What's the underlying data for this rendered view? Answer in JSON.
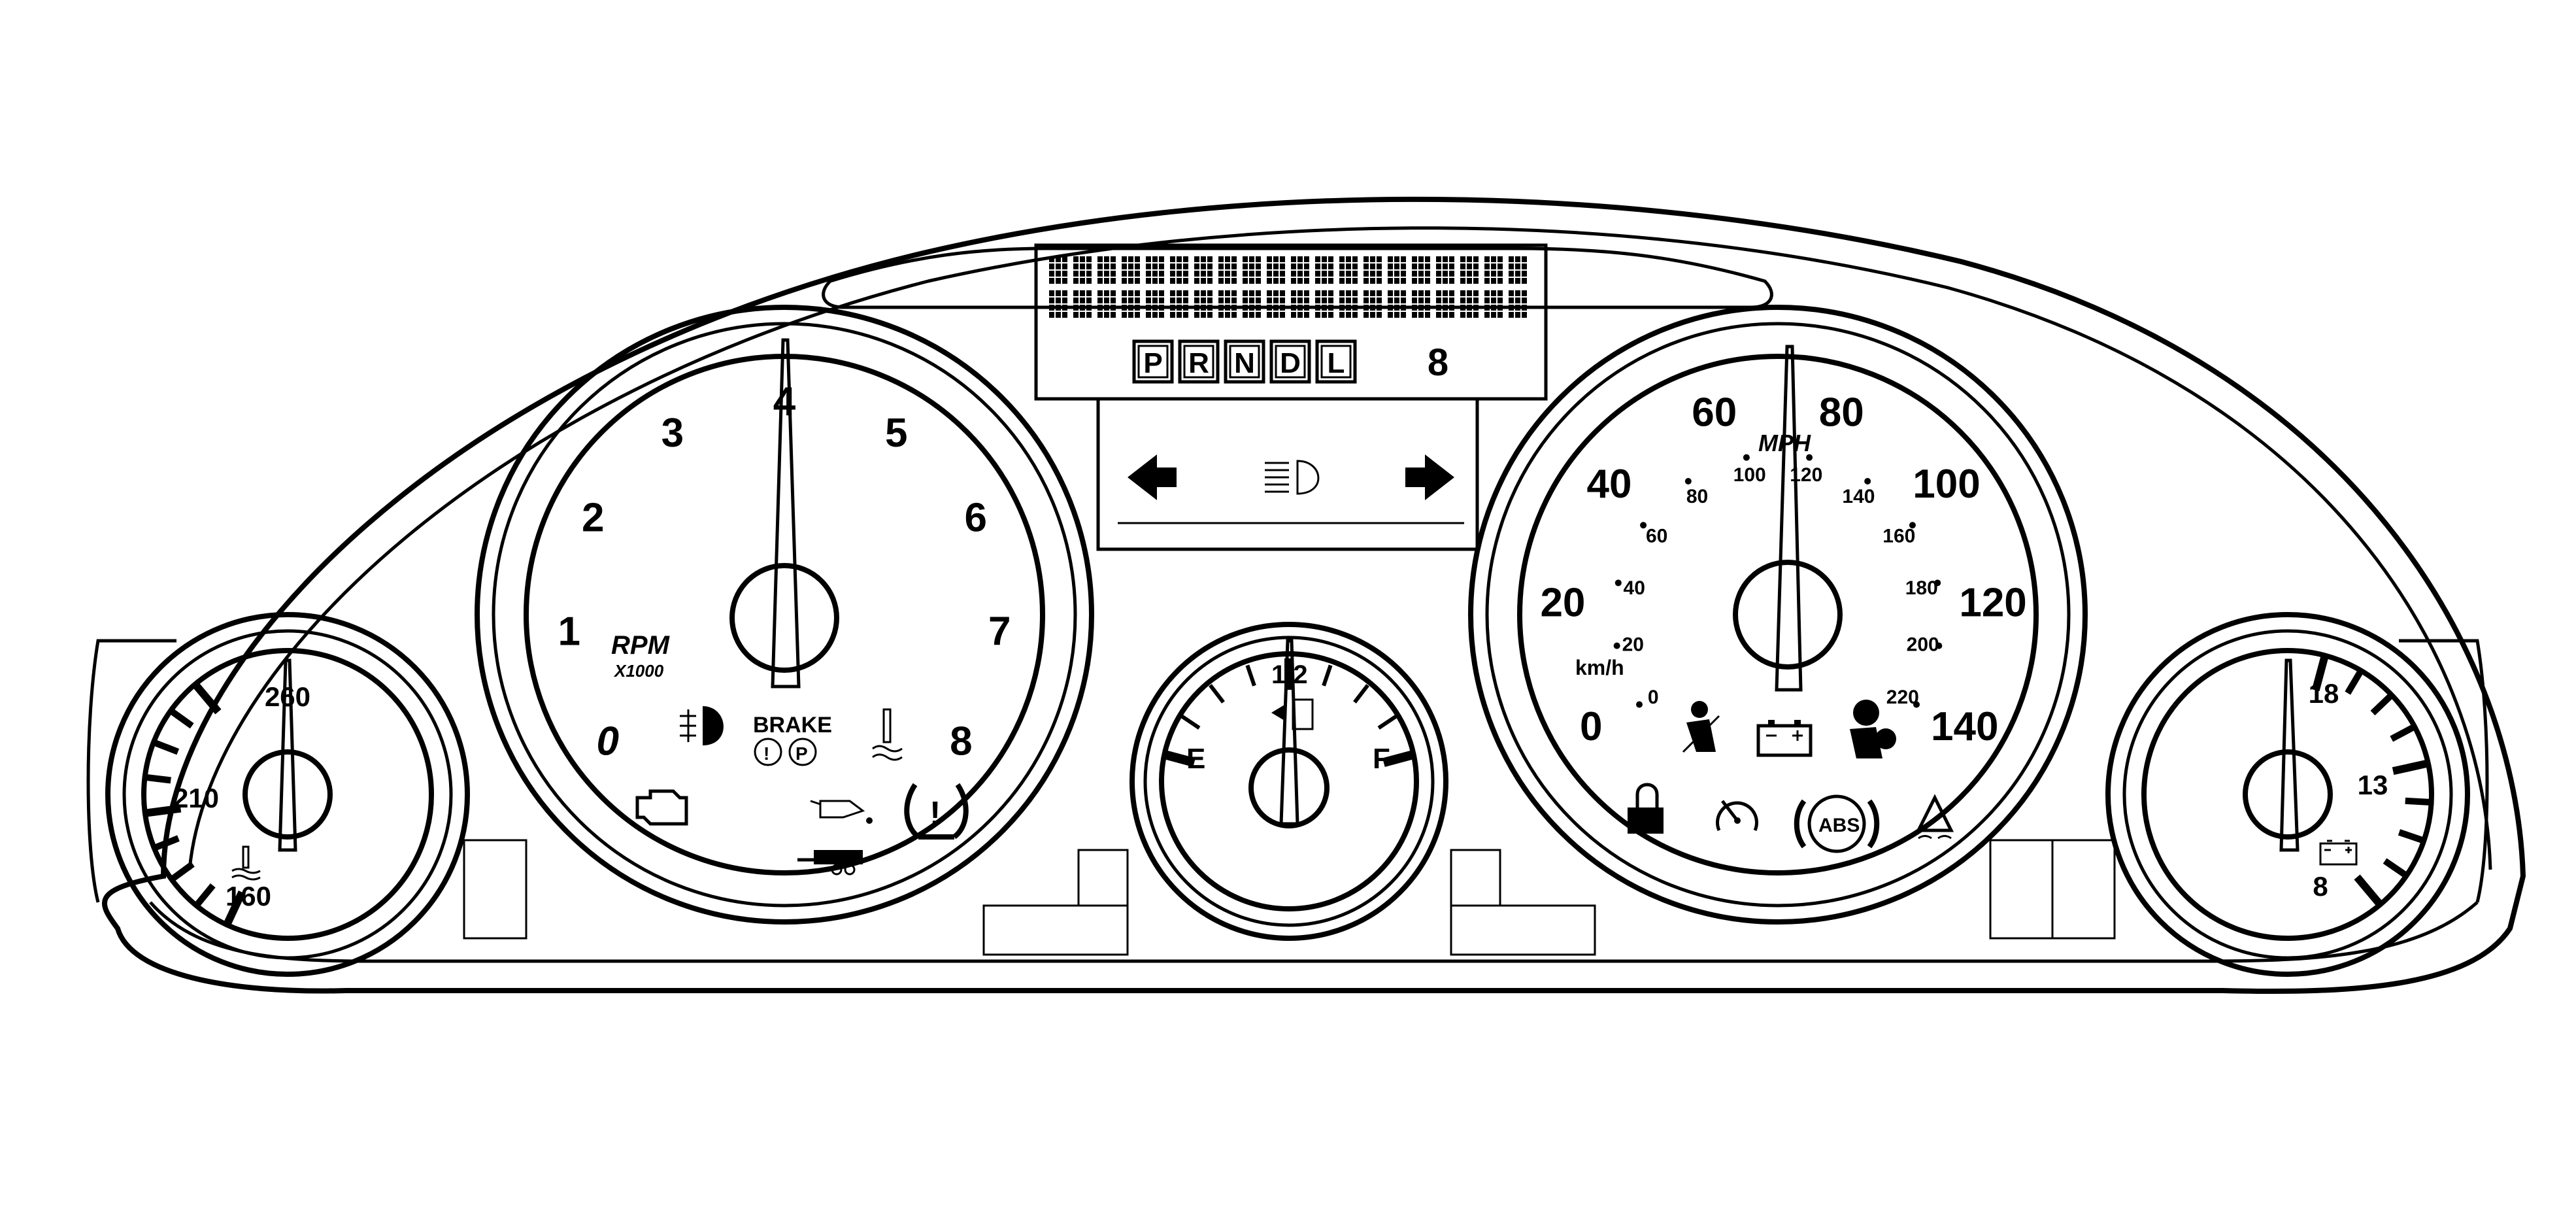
{
  "tach": {
    "labels": [
      "0",
      "1",
      "2",
      "3",
      "4",
      "5",
      "6",
      "7",
      "8"
    ],
    "unit_top": "RPM",
    "unit_bottom": "X1000",
    "brake_label": "BRAKE",
    "brake_circle_left": "!",
    "brake_circle_right": "P"
  },
  "speedo": {
    "mph_labels": [
      "0",
      "20",
      "40",
      "60",
      "80",
      "100",
      "120",
      "140"
    ],
    "kmh_labels": [
      "0",
      "20",
      "40",
      "60",
      "80",
      "100",
      "120",
      "140",
      "160",
      "180",
      "200",
      "220"
    ],
    "mph_unit": "MPH",
    "kmh_unit": "km/h",
    "abs_label": "ABS"
  },
  "fuel": {
    "empty_label": "E",
    "half_label": "1/2",
    "full_label": "F"
  },
  "temp": {
    "labels": [
      "160",
      "210",
      "260"
    ]
  },
  "volt": {
    "labels": [
      "8",
      "13",
      "18"
    ]
  },
  "display": {
    "gears": [
      "P",
      "R",
      "N",
      "D",
      "L"
    ],
    "gear_digit": "8"
  }
}
